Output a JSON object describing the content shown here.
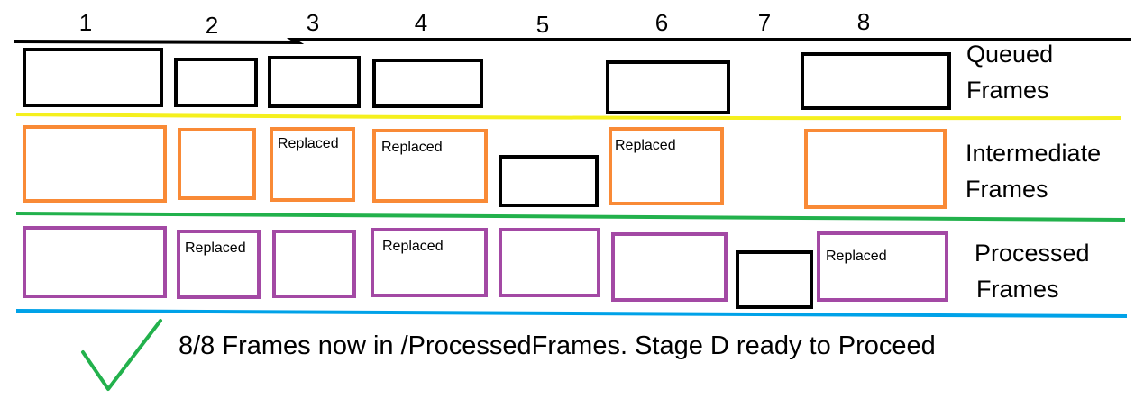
{
  "colors": {
    "black": "#000000",
    "yellow": "#f5f01e",
    "green": "#22b14c",
    "blue": "#00a2e8",
    "orange": "#f98a36",
    "purple": "#a349a4",
    "check": "#22b14c"
  },
  "columns": [
    "1",
    "2",
    "3",
    "4",
    "5",
    "6",
    "7",
    "8"
  ],
  "rows": {
    "queued": {
      "label_line1": "Queued",
      "label_line2": "Frames",
      "color": "#000000",
      "divider_color": "#f5f01e"
    },
    "intermediate": {
      "label_line1": "Intermediate",
      "label_line2": "Frames",
      "color": "#f98a36",
      "divider_color": "#22b14c"
    },
    "processed": {
      "label_line1": "Processed",
      "label_line2": "Frames",
      "color": "#a349a4",
      "divider_color": "#00a2e8"
    }
  },
  "frames": {
    "queued": [
      {
        "col": "1",
        "present": true,
        "text": ""
      },
      {
        "col": "2",
        "present": true,
        "text": ""
      },
      {
        "col": "3",
        "present": true,
        "text": ""
      },
      {
        "col": "4",
        "present": true,
        "text": ""
      },
      {
        "col": "5",
        "present": false,
        "text": ""
      },
      {
        "col": "6",
        "present": true,
        "text": ""
      },
      {
        "col": "7",
        "present": false,
        "text": ""
      },
      {
        "col": "8",
        "present": true,
        "text": ""
      }
    ],
    "intermediate": [
      {
        "col": "1",
        "present": true,
        "text": ""
      },
      {
        "col": "2",
        "present": true,
        "text": ""
      },
      {
        "col": "3",
        "present": true,
        "text": "Replaced"
      },
      {
        "col": "4",
        "present": true,
        "text": "Replaced"
      },
      {
        "col": "5",
        "present": true,
        "text": "",
        "pending": true
      },
      {
        "col": "6",
        "present": true,
        "text": "Replaced"
      },
      {
        "col": "7",
        "present": false,
        "text": ""
      },
      {
        "col": "8",
        "present": true,
        "text": ""
      }
    ],
    "processed": [
      {
        "col": "1",
        "present": true,
        "text": ""
      },
      {
        "col": "2",
        "present": true,
        "text": "Replaced"
      },
      {
        "col": "3",
        "present": true,
        "text": ""
      },
      {
        "col": "4",
        "present": true,
        "text": "Replaced"
      },
      {
        "col": "5",
        "present": true,
        "text": ""
      },
      {
        "col": "6",
        "present": true,
        "text": ""
      },
      {
        "col": "7",
        "present": true,
        "text": "",
        "pending": true
      },
      {
        "col": "8",
        "present": true,
        "text": "Replaced"
      }
    ]
  },
  "status": {
    "icon": "checkmark-icon",
    "text": "8/8 Frames now in /ProcessedFrames. Stage D ready to Proceed"
  }
}
